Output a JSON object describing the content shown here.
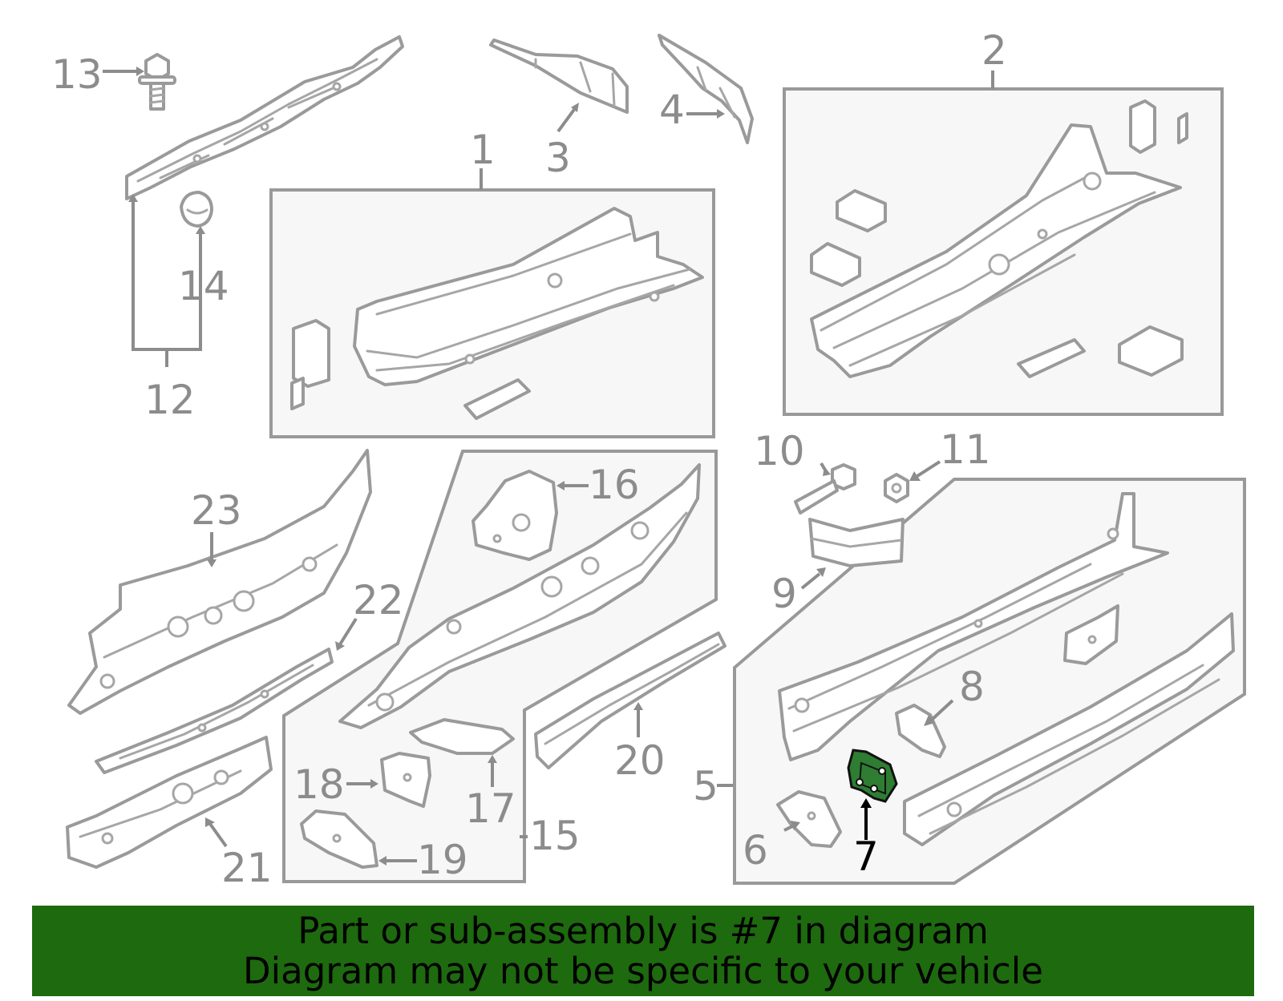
{
  "diagram": {
    "highlighted_part": "7",
    "colors": {
      "highlight": "#2e7d32",
      "banner": "#1e6a0f",
      "callout": "#8c8c8c",
      "callout_active": "#000000"
    },
    "callouts": {
      "c1": "1",
      "c2": "2",
      "c3": "3",
      "c4": "4",
      "c5": "5",
      "c6": "6",
      "c7": "7",
      "c8": "8",
      "c9": "9",
      "c10": "10",
      "c11": "11",
      "c12": "12",
      "c13": "13",
      "c14": "14",
      "c15": "15",
      "c16": "16",
      "c17": "17",
      "c18": "18",
      "c19": "19",
      "c20": "20",
      "c21": "21",
      "c22": "22",
      "c23": "23"
    }
  },
  "banner": {
    "line1": "Part or sub-assembly is #7 in diagram",
    "line2": "Diagram may not be specific to your vehicle"
  }
}
